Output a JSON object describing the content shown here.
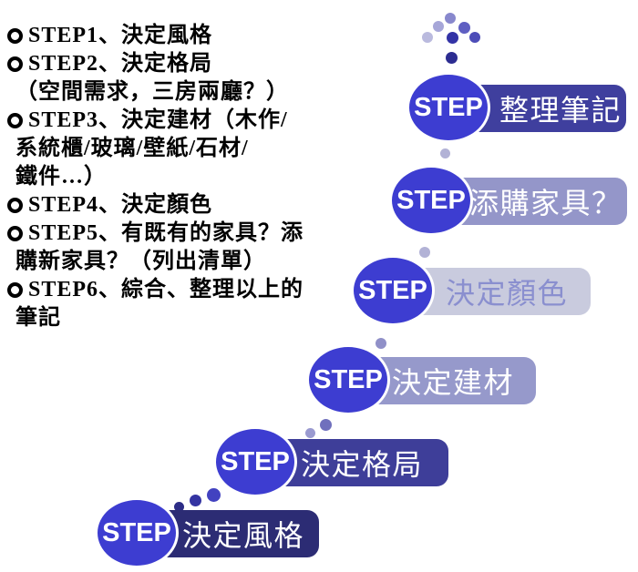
{
  "slide": {
    "notes": {
      "bullet_icon": "gear-bullet",
      "items": [
        {
          "lines": [
            "STEP1、決定風格"
          ]
        },
        {
          "lines": [
            "STEP2、決定格局",
            "（空間需求，三房兩廳？）"
          ]
        },
        {
          "lines": [
            "STEP3、決定建材（木作/",
            "系統櫃/玻璃/壁紙/石材/",
            "鐵件…）"
          ]
        },
        {
          "lines": [
            "STEP4、決定顏色"
          ]
        },
        {
          "lines": [
            "STEP5、有既有的家具？添",
            "購新家具？（列出清單）"
          ]
        },
        {
          "lines": [
            "STEP6、綜合、整理以上的",
            "筆記"
          ]
        }
      ]
    },
    "staircase": {
      "circle_label": "STEP",
      "circle_color": "#3d3dd1",
      "steps_top_to_bottom": [
        {
          "label": "整理筆記",
          "bar_color": "#3f3f9e",
          "label_color": "#ffffff"
        },
        {
          "label": "添購家具？",
          "bar_color": "#9496c9",
          "label_color": "#ffffff"
        },
        {
          "label": "決定顏色",
          "bar_color": "#c9cbde",
          "label_color": "#8a8fcf"
        },
        {
          "label": "決定建材",
          "bar_color": "#9699cb",
          "label_color": "#ffffff"
        },
        {
          "label": "決定格局",
          "bar_color": "#3e3e99",
          "label_color": "#ffffff"
        },
        {
          "label": "決定風格",
          "bar_color": "#2c2c74",
          "label_color": "#ffffff"
        }
      ]
    }
  }
}
